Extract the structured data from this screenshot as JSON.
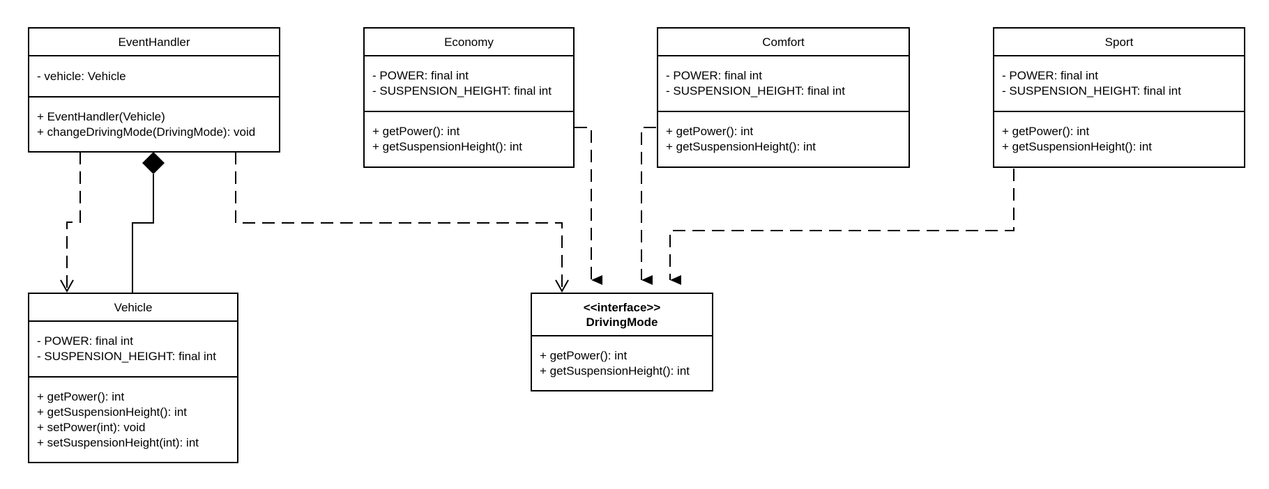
{
  "diagram": {
    "classes": {
      "event_handler": {
        "name": "EventHandler",
        "attributes": [
          "- vehicle: Vehicle"
        ],
        "methods": [
          "+ EventHandler(Vehicle)",
          "+ changeDrivingMode(DrivingMode): void"
        ]
      },
      "economy": {
        "name": "Economy",
        "attributes": [
          "- POWER: final int",
          "- SUSPENSION_HEIGHT: final int"
        ],
        "methods": [
          "+ getPower(): int",
          "+ getSuspensionHeight(): int"
        ]
      },
      "comfort": {
        "name": "Comfort",
        "attributes": [
          "- POWER: final int",
          "- SUSPENSION_HEIGHT: final int"
        ],
        "methods": [
          "+ getPower(): int",
          "+ getSuspensionHeight(): int"
        ]
      },
      "sport": {
        "name": "Sport",
        "attributes": [
          "- POWER: final int",
          "- SUSPENSION_HEIGHT: final int"
        ],
        "methods": [
          "+ getPower(): int",
          "+ getSuspensionHeight(): int"
        ]
      },
      "vehicle": {
        "name": "Vehicle",
        "attributes": [
          "- POWER: final int",
          "- SUSPENSION_HEIGHT: final int"
        ],
        "methods": [
          "+ getPower(): int",
          "+ getSuspensionHeight(): int",
          "+ setPower(int): void",
          "+ setSuspensionHeight(int): int"
        ]
      },
      "driving_mode": {
        "stereotype": "<<interface>>",
        "name": "DrivingMode",
        "methods": [
          "+ getPower(): int",
          "+ getSuspensionHeight(): int"
        ]
      }
    },
    "relationships": [
      {
        "from": "EventHandler",
        "to": "Vehicle",
        "kind": "composition"
      },
      {
        "from": "EventHandler",
        "to": "Vehicle",
        "kind": "dependency"
      },
      {
        "from": "EventHandler",
        "to": "DrivingMode",
        "kind": "dependency"
      },
      {
        "from": "Economy",
        "to": "DrivingMode",
        "kind": "realization"
      },
      {
        "from": "Comfort",
        "to": "DrivingMode",
        "kind": "realization"
      },
      {
        "from": "Sport",
        "to": "DrivingMode",
        "kind": "realization"
      }
    ]
  }
}
